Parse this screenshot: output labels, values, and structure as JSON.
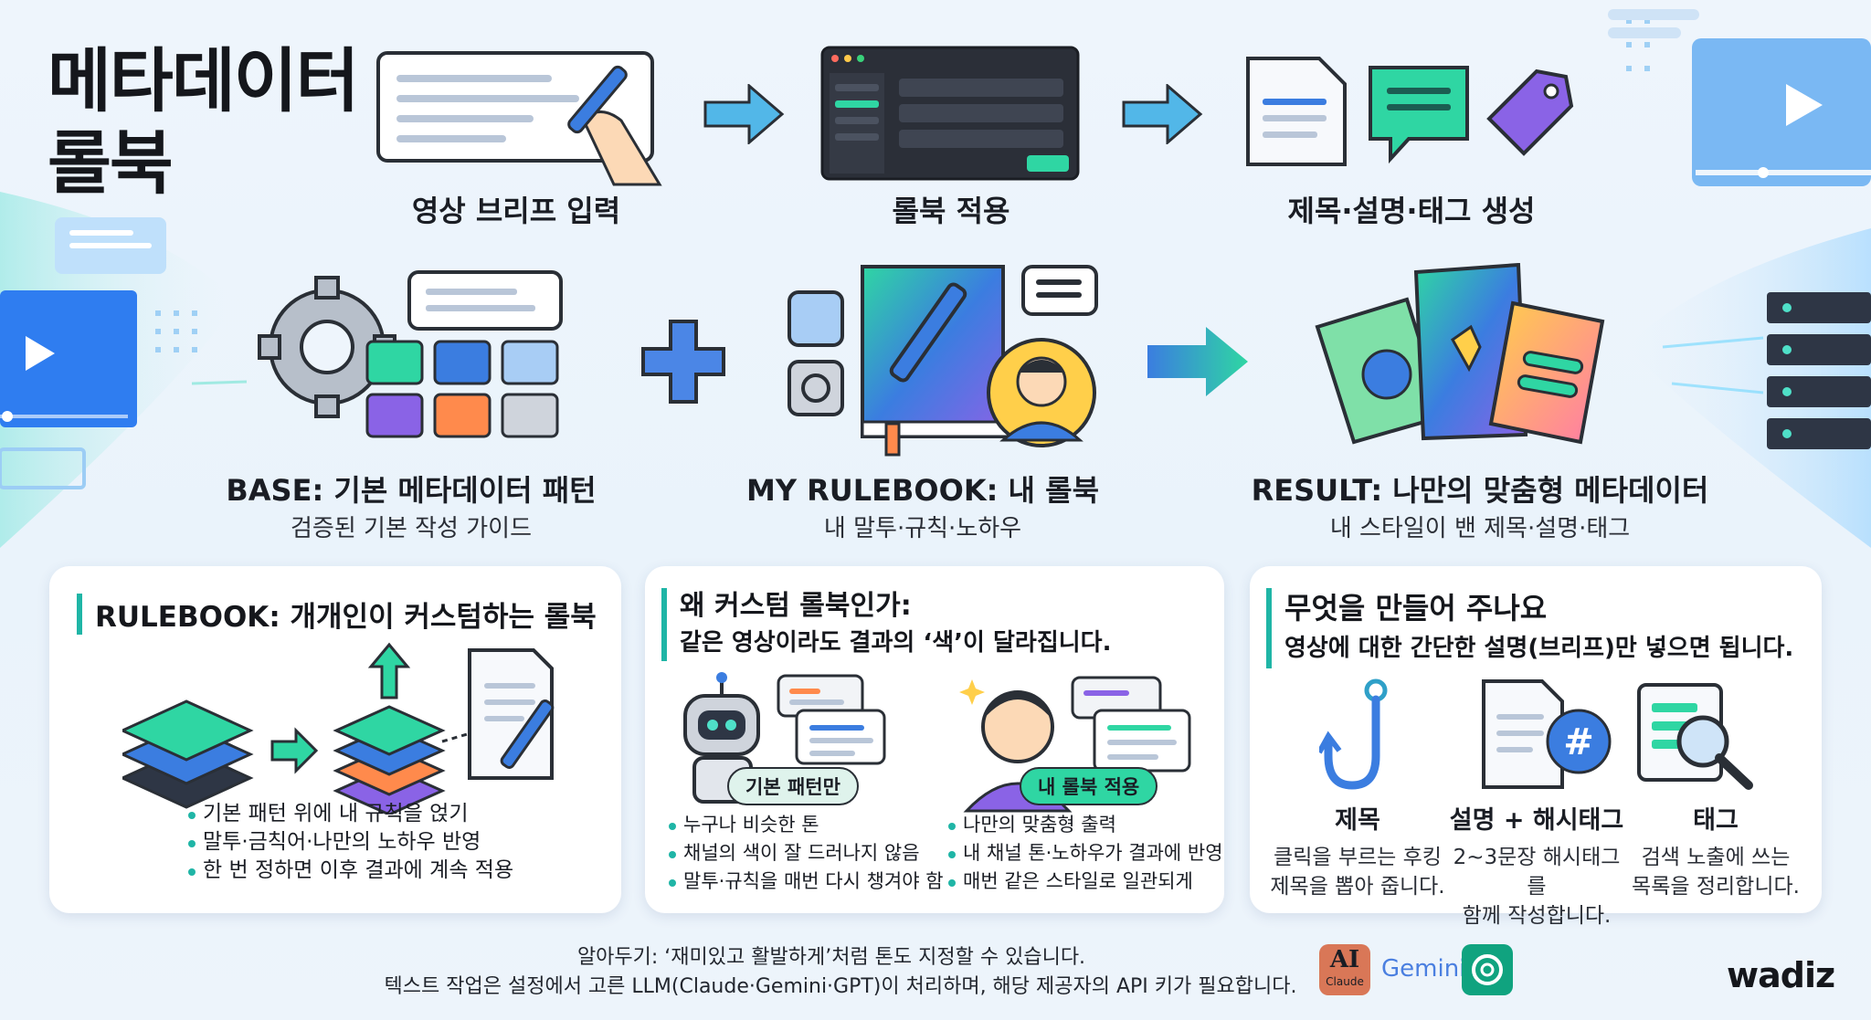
{
  "title": {
    "line1": "메타데이터",
    "line2": "롤북"
  },
  "flow": {
    "step1": "영상 브리프 입력",
    "step2": "롤북 적용",
    "step3": "제목·설명·태그 생성"
  },
  "base": {
    "title": "BASE: 기본 메타데이터 패턴",
    "subtitle": "검증된 기본 작성 가이드"
  },
  "mine": {
    "title": "MY RULEBOOK: 내 롤북",
    "subtitle": "내 말투·규칙·노하우"
  },
  "result": {
    "title": "RESULT: 나만의 맞춤형 메타데이터",
    "subtitle": "내 스타일이 밴 제목·설명·태그"
  },
  "card1": {
    "title": "RULEBOOK: 개개인이 커스텀하는 롤북",
    "bullets": [
      "기본 패턴 위에 내 규칙을 얹기",
      "말투·금칙어·나만의 노하우 반영",
      "한 번 정하면 이후 결과에 계속 적용"
    ]
  },
  "card2": {
    "title": "왜 커스텀 롤북인가:",
    "subtitle": "같은 영상이라도 결과의 ‘색’이 달라집니다.",
    "left_label": "기본 패턴만",
    "right_label": "내 롤북 적용",
    "left_bullets": [
      "누구나 비슷한 톤",
      "채널의 색이 잘 드러나지 않음",
      "말투·규칙을 매번 다시 챙겨야 함"
    ],
    "right_bullets": [
      "나만의 맞춤형 출력",
      "내 채널 톤·노하우가 결과에 반영",
      "매번 같은 스타일로 일관되게"
    ]
  },
  "card3": {
    "title": "무엇을 만들어 주나요",
    "subtitle": "영상에 대한 간단한 설명(브리프)만 넣으면 됩니다.",
    "cols": [
      {
        "head": "제목",
        "line1": "클릭을 부르는 후킹",
        "line2": "제목을 뽑아 줍니다."
      },
      {
        "head": "설명 + 해시태그",
        "line1": "2~3문장 해시태그를",
        "line2": "함께 작성합니다."
      },
      {
        "head": "태그",
        "line1": "검색 노출에 쓰는",
        "line2": "목록을 정리합니다."
      }
    ]
  },
  "footer": {
    "line1": "알아두기: ‘재미있고 활발하게’처럼 톤도 지정할 수 있습니다.",
    "line2": "텍스트 작업은 설정에서 고른 LLM(Claude·Gemini·GPT)이 처리하며, 해당 제공자의 API 키가 필요합니다."
  },
  "logos": {
    "claude_mark": "AI",
    "claude_name": "Claude",
    "gemini": "Gemini",
    "brand": "wadiz"
  },
  "colors": {
    "accent": "#1fb5a6",
    "blue": "#3b7de0",
    "purple": "#8a63e6",
    "orange": "#ff8a4c"
  }
}
